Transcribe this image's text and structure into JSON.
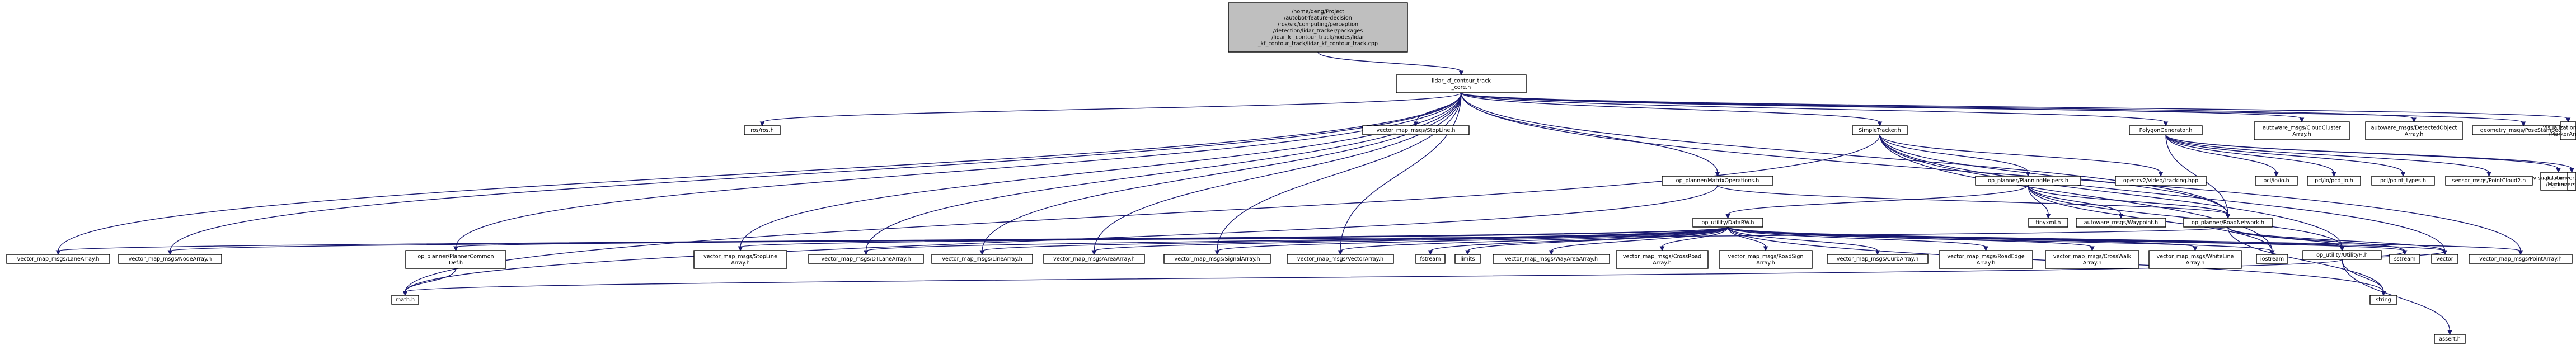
{
  "colors": {
    "edge": "#191970",
    "node_border": "#000000",
    "root_fill": "#bfbfbf",
    "node_fill": "#ffffff",
    "text": "#000000",
    "background": "#ffffff"
  },
  "nodes": [
    {
      "id": "root",
      "lines": [
        "/home/deng/Project",
        "/autobot-feature-decision",
        "/ros/src/computing/perception",
        "/detection/lidar_tracker/packages",
        "/lidar_kf_contour_track/nodes/lidar",
        "_kf_contour_track/lidar_kf_contour_track.cpp"
      ]
    },
    {
      "id": "core",
      "lines": [
        "lidar_kf_contour_track",
        "_core.h"
      ]
    },
    {
      "id": "ros",
      "lines": [
        "ros/ros.h"
      ]
    },
    {
      "id": "stopline",
      "lines": [
        "vector_map_msgs/StopLine.h"
      ]
    },
    {
      "id": "simpletracker",
      "lines": [
        "SimpleTracker.h"
      ]
    },
    {
      "id": "polygongen",
      "lines": [
        "PolygonGenerator.h"
      ]
    },
    {
      "id": "cloudcluster",
      "lines": [
        "autoware_msgs/CloudCluster",
        "Array.h"
      ]
    },
    {
      "id": "detectedobject",
      "lines": [
        "autoware_msgs/DetectedObject",
        "Array.h"
      ]
    },
    {
      "id": "posestamped",
      "lines": [
        "geometry_msgs/PoseStamped.h"
      ]
    },
    {
      "id": "markerarray",
      "lines": [
        "visualization_msgs",
        "/MarkerArray.h"
      ]
    },
    {
      "id": "matrixops",
      "lines": [
        "op_planner/MatrixOperations.h"
      ]
    },
    {
      "id": "planninghelpers",
      "lines": [
        "op_planner/PlanningHelpers.h"
      ]
    },
    {
      "id": "opencv",
      "lines": [
        "opencv2/video/tracking.hpp"
      ]
    },
    {
      "id": "pclio",
      "lines": [
        "pcl/io/io.h"
      ]
    },
    {
      "id": "pclpcd",
      "lines": [
        "pcl/io/pcd_io.h"
      ]
    },
    {
      "id": "pointtypes",
      "lines": [
        "pcl/point_types.h"
      ]
    },
    {
      "id": "pointcloud2",
      "lines": [
        "sensor_msgs/PointCloud2.h"
      ]
    },
    {
      "id": "vismarker",
      "lines": [
        "visualization_msgs",
        "/Marker.h"
      ]
    },
    {
      "id": "pclconv",
      "lines": [
        "pcl_conversions/pcl",
        "_conversions.h"
      ]
    },
    {
      "id": "roadnetwork",
      "lines": [
        "op_planner/RoadNetwork.h"
      ]
    },
    {
      "id": "tinyxml",
      "lines": [
        "tinyxml.h"
      ]
    },
    {
      "id": "waypoint",
      "lines": [
        "autoware_msgs/Waypoint.h"
      ]
    },
    {
      "id": "datarw",
      "lines": [
        "op_utility/DataRW.h"
      ]
    },
    {
      "id": "lanearray",
      "lines": [
        "vector_map_msgs/LaneArray.h"
      ]
    },
    {
      "id": "nodearray",
      "lines": [
        "vector_map_msgs/NodeArray.h"
      ]
    },
    {
      "id": "plannercommon",
      "lines": [
        "op_planner/PlannerCommon",
        "Def.h"
      ]
    },
    {
      "id": "stoplinearray",
      "lines": [
        "vector_map_msgs/StopLine",
        "Array.h"
      ]
    },
    {
      "id": "dtlanearray",
      "lines": [
        "vector_map_msgs/DTLaneArray.h"
      ]
    },
    {
      "id": "linearray",
      "lines": [
        "vector_map_msgs/LineArray.h"
      ]
    },
    {
      "id": "areaarray",
      "lines": [
        "vector_map_msgs/AreaArray.h"
      ]
    },
    {
      "id": "signalarray",
      "lines": [
        "vector_map_msgs/SignalArray.h"
      ]
    },
    {
      "id": "vectorarray",
      "lines": [
        "vector_map_msgs/VectorArray.h"
      ]
    },
    {
      "id": "fstream",
      "lines": [
        "fstream"
      ]
    },
    {
      "id": "limits",
      "lines": [
        "limits"
      ]
    },
    {
      "id": "wayareaarray",
      "lines": [
        "vector_map_msgs/WayAreaArray.h"
      ]
    },
    {
      "id": "crossroadarray",
      "lines": [
        "vector_map_msgs/CrossRoad",
        "Array.h"
      ]
    },
    {
      "id": "roadsignarray",
      "lines": [
        "vector_map_msgs/RoadSign",
        "Array.h"
      ]
    },
    {
      "id": "curbarray",
      "lines": [
        "vector_map_msgs/CurbArray.h"
      ]
    },
    {
      "id": "roadedgearray",
      "lines": [
        "vector_map_msgs/RoadEdge",
        "Array.h"
      ]
    },
    {
      "id": "crosswalkarray",
      "lines": [
        "vector_map_msgs/CrossWalk",
        "Array.h"
      ]
    },
    {
      "id": "whitelinearray",
      "lines": [
        "vector_map_msgs/WhiteLine",
        "Array.h"
      ]
    },
    {
      "id": "iostream",
      "lines": [
        "iostream"
      ]
    },
    {
      "id": "utilityh",
      "lines": [
        "op_utility/UtilityH.h"
      ]
    },
    {
      "id": "sstream",
      "lines": [
        "sstream"
      ]
    },
    {
      "id": "vector",
      "lines": [
        "vector"
      ]
    },
    {
      "id": "pointarray",
      "lines": [
        "vector_map_msgs/PointArray.h"
      ]
    },
    {
      "id": "mathh",
      "lines": [
        "math.h"
      ]
    },
    {
      "id": "string",
      "lines": [
        "string"
      ]
    },
    {
      "id": "asserth",
      "lines": [
        "assert.h"
      ]
    }
  ],
  "edges": [
    [
      "root",
      "core"
    ],
    [
      "core",
      "ros"
    ],
    [
      "core",
      "stopline"
    ],
    [
      "core",
      "simpletracker"
    ],
    [
      "core",
      "polygongen"
    ],
    [
      "core",
      "cloudcluster"
    ],
    [
      "core",
      "detectedobject"
    ],
    [
      "core",
      "posestamped"
    ],
    [
      "core",
      "markerarray"
    ],
    [
      "core",
      "matrixops"
    ],
    [
      "core",
      "roadnetwork"
    ],
    [
      "core",
      "lanearray"
    ],
    [
      "core",
      "nodearray"
    ],
    [
      "core",
      "plannercommon"
    ],
    [
      "core",
      "stoplinearray"
    ],
    [
      "core",
      "dtlanearray"
    ],
    [
      "core",
      "linearray"
    ],
    [
      "core",
      "areaarray"
    ],
    [
      "core",
      "signalarray"
    ],
    [
      "core",
      "vectorarray"
    ],
    [
      "core",
      "pointarray"
    ],
    [
      "simpletracker",
      "planninghelpers"
    ],
    [
      "simpletracker",
      "opencv"
    ],
    [
      "simpletracker",
      "roadnetwork"
    ],
    [
      "simpletracker",
      "utilityh"
    ],
    [
      "simpletracker",
      "iostream"
    ],
    [
      "simpletracker",
      "vector"
    ],
    [
      "simpletracker",
      "mathh"
    ],
    [
      "polygongen",
      "pclio"
    ],
    [
      "polygongen",
      "pclpcd"
    ],
    [
      "polygongen",
      "pointtypes"
    ],
    [
      "polygongen",
      "pointcloud2"
    ],
    [
      "polygongen",
      "vismarker"
    ],
    [
      "polygongen",
      "pclconv"
    ],
    [
      "polygongen",
      "roadnetwork"
    ],
    [
      "matrixops",
      "roadnetwork"
    ],
    [
      "matrixops",
      "mathh"
    ],
    [
      "planninghelpers",
      "roadnetwork"
    ],
    [
      "planninghelpers",
      "tinyxml"
    ],
    [
      "planninghelpers",
      "waypoint"
    ],
    [
      "planninghelpers",
      "datarw"
    ],
    [
      "planninghelpers",
      "utilityh"
    ],
    [
      "planninghelpers",
      "iostream"
    ],
    [
      "roadnetwork",
      "vector"
    ],
    [
      "roadnetwork",
      "sstream"
    ],
    [
      "roadnetwork",
      "string"
    ],
    [
      "roadnetwork",
      "utilityh"
    ],
    [
      "roadnetwork",
      "plannercommon"
    ],
    [
      "datarw",
      "lanearray"
    ],
    [
      "datarw",
      "nodearray"
    ],
    [
      "datarw",
      "stoplinearray"
    ],
    [
      "datarw",
      "dtlanearray"
    ],
    [
      "datarw",
      "linearray"
    ],
    [
      "datarw",
      "areaarray"
    ],
    [
      "datarw",
      "signalarray"
    ],
    [
      "datarw",
      "vectorarray"
    ],
    [
      "datarw",
      "fstream"
    ],
    [
      "datarw",
      "limits"
    ],
    [
      "datarw",
      "wayareaarray"
    ],
    [
      "datarw",
      "crossroadarray"
    ],
    [
      "datarw",
      "roadsignarray"
    ],
    [
      "datarw",
      "curbarray"
    ],
    [
      "datarw",
      "roadedgearray"
    ],
    [
      "datarw",
      "crosswalkarray"
    ],
    [
      "datarw",
      "whitelinearray"
    ],
    [
      "datarw",
      "iostream"
    ],
    [
      "datarw",
      "utilityh"
    ],
    [
      "datarw",
      "sstream"
    ],
    [
      "datarw",
      "vector"
    ],
    [
      "datarw",
      "string"
    ],
    [
      "datarw",
      "pointarray"
    ],
    [
      "plannercommon",
      "mathh"
    ],
    [
      "utilityh",
      "mathh"
    ],
    [
      "utilityh",
      "string"
    ],
    [
      "utilityh",
      "asserth"
    ],
    [
      "utilityh",
      "sstream"
    ],
    [
      "utilityh",
      "vector"
    ]
  ]
}
